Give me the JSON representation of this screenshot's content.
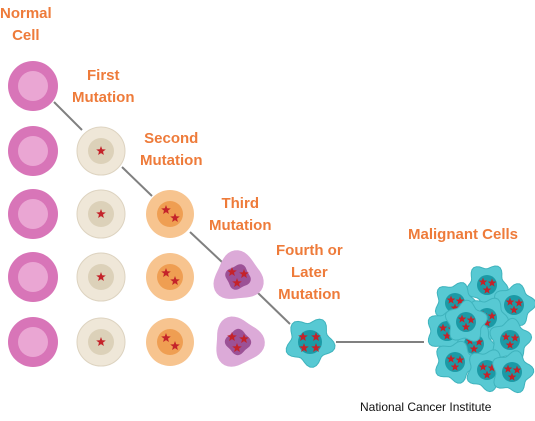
{
  "labels": {
    "normal_line1": "Normal",
    "normal_line2": "Cell",
    "first_line1": "First",
    "first_line2": "Mutation",
    "second_line1": "Second",
    "second_line2": "Mutation",
    "third_line1": "Third",
    "third_line2": "Mutation",
    "fourth_line1": "Fourth or",
    "fourth_line2": "Later",
    "fourth_line3": "Mutation",
    "malignant": "Malignant Cells"
  },
  "credit": "National Cancer Institute",
  "colors": {
    "label": "#ee7b3a",
    "normal_outer": "#d875b8",
    "normal_inner": "#eaa6d3",
    "first_outer": "#efe7d8",
    "first_inner": "#dcd1b9",
    "second_outer": "#f7c48f",
    "second_inner": "#ef9e52",
    "third_outer": "#dcaad8",
    "third_inner": "#9c5196",
    "fourth_outer": "#57c9d3",
    "fourth_inner": "#1b9aa6",
    "nucleus_mark": "#c4232a",
    "connector": "#808080"
  }
}
